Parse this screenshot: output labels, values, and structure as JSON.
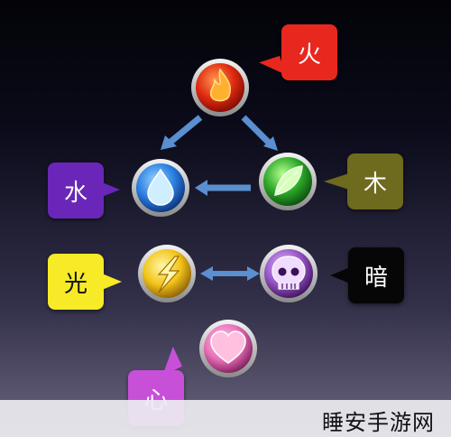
{
  "elements": {
    "fire": {
      "label": "火",
      "icon": "flame-icon"
    },
    "water": {
      "label": "水",
      "icon": "water-drop-icon"
    },
    "wood": {
      "label": "木",
      "icon": "leaf-icon"
    },
    "light": {
      "label": "光",
      "icon": "lightning-icon"
    },
    "dark": {
      "label": "暗",
      "icon": "skull-icon"
    },
    "heart": {
      "label": "心",
      "icon": "heart-icon"
    }
  },
  "colors": {
    "fire": "#e8281e",
    "water": "#6a26b8",
    "wood": "#6e6a1e",
    "light": "#f6eb26",
    "dark": "#060606",
    "heart": "#c850d8",
    "arrow": "#5a8fd0"
  },
  "watermark": "睡安手游网"
}
